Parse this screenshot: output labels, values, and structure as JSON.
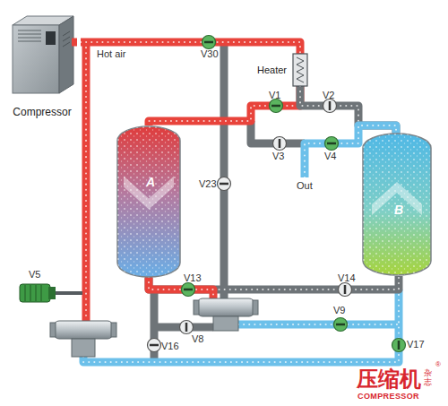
{
  "diagram": {
    "nodes": [
      {
        "text": [
          "Compressor"
        ]
      },
      {
        "text": [
          "Heater"
        ]
      },
      {
        "text": [
          "A"
        ]
      },
      {
        "text": [
          "B"
        ]
      }
    ],
    "edges": [
      {
        "from": 0,
        "to": 1,
        "arrow": "none"
      },
      {
        "from": 1,
        "to": 2,
        "arrow": "none"
      },
      {
        "from": 1,
        "to": 3,
        "arrow": "none"
      },
      {
        "from": 2,
        "to": 3,
        "arrow": "none"
      }
    ],
    "labels": [
      "Hot air",
      "V30",
      "V1",
      "V2",
      "V3",
      "V4",
      "Out",
      "V23",
      "V13",
      "V14",
      "V5",
      "V8",
      "V16",
      "V9",
      "V17",
      "压缩机",
      "杂志",
      "®",
      "COMPRESSOR"
    ]
  }
}
